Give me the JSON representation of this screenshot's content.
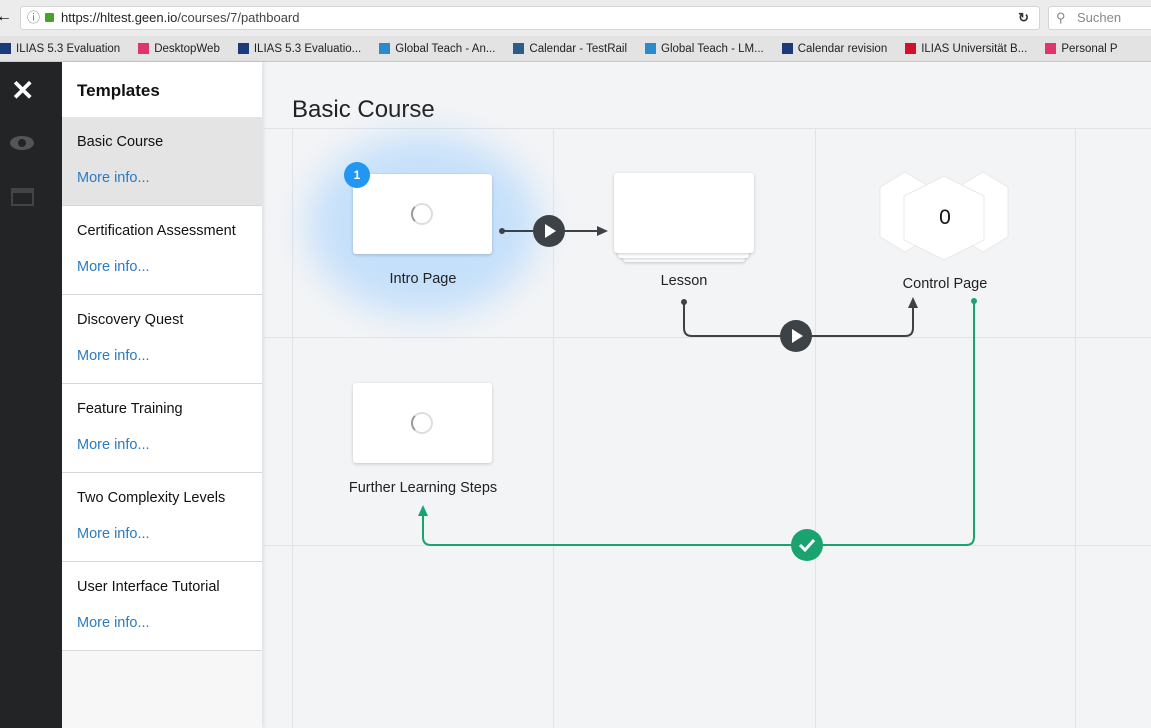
{
  "browser": {
    "url_host": "https://hltest.geen.io",
    "url_path": "/courses/7/pathboard",
    "search_placeholder": "Suchen",
    "bookmarks": [
      {
        "label": "ILIAS 5.3 Evaluation",
        "color": "#1a3a7a"
      },
      {
        "label": "DesktopWeb",
        "color": "#e0356b"
      },
      {
        "label": "ILIAS 5.3 Evaluatio...",
        "color": "#1a3a7a"
      },
      {
        "label": "Global Teach - An...",
        "color": "#2a8ad0"
      },
      {
        "label": "Calendar - TestRail",
        "color": "#2a5d8a"
      },
      {
        "label": "Global Teach - LM...",
        "color": "#2a8ad0"
      },
      {
        "label": "Calendar revision",
        "color": "#1a3a7a"
      },
      {
        "label": "ILIAS Universität B...",
        "color": "#d0112b"
      },
      {
        "label": "Personal P",
        "color": "#e0356b"
      }
    ]
  },
  "panel": {
    "title": "Templates",
    "templates": [
      {
        "name": "Basic Course",
        "more": "More info..."
      },
      {
        "name": "Certification Assessment",
        "more": "More info..."
      },
      {
        "name": "Discovery Quest",
        "more": "More info..."
      },
      {
        "name": "Feature Training",
        "more": "More info..."
      },
      {
        "name": "Two Complexity Levels",
        "more": "More info..."
      },
      {
        "name": "User Interface Tutorial",
        "more": "More info..."
      }
    ]
  },
  "board": {
    "title": "Basic Course",
    "nodes": {
      "intro": "Intro Page",
      "intro_badge": "1",
      "lesson": "Lesson",
      "control": "Control Page",
      "control_value": "0",
      "further": "Further Learning Steps"
    }
  },
  "colors": {
    "accent": "#2b7bc0",
    "success": "#1aa36f",
    "connector": "#3d4246",
    "badge": "#2196f3"
  }
}
